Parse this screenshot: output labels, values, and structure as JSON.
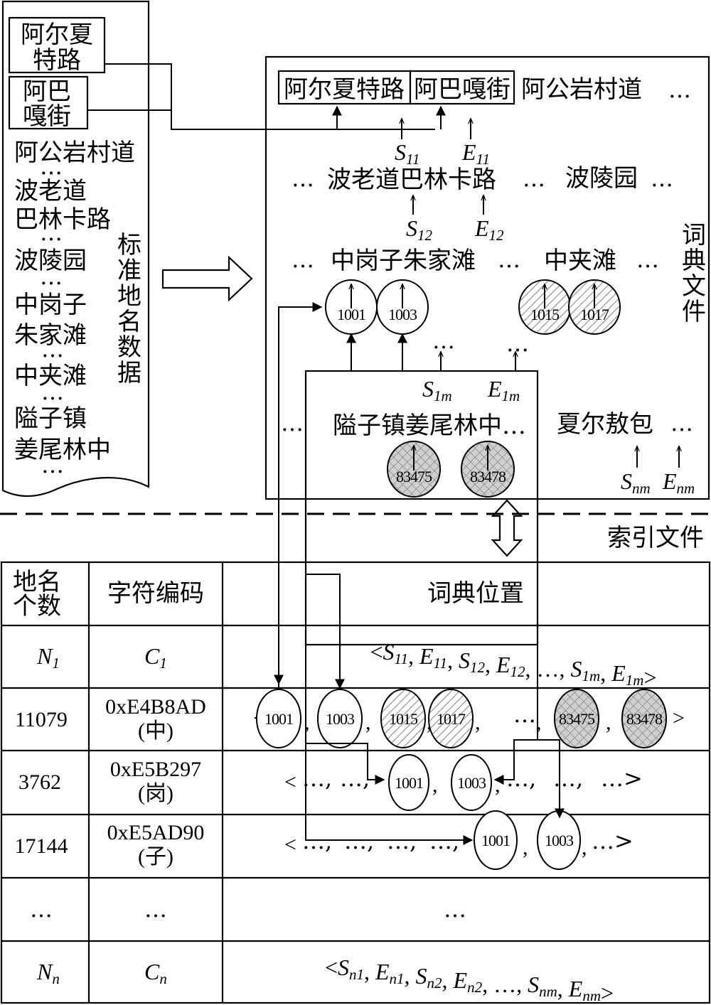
{
  "source_panel": {
    "boxed_items": [
      {
        "line1": "阿尔夏",
        "line2": "特路"
      },
      {
        "line1": "阿巴",
        "line2": "嘎街"
      }
    ],
    "items": [
      "阿公岩村道",
      "…",
      "波老道",
      "巴林卡路",
      "…",
      "波陵园",
      "…",
      "中岗子",
      "朱家滩",
      "…",
      "中夹滩",
      "…",
      "隘子镇",
      "姜尾林中",
      "…"
    ],
    "vertical_label": [
      "标",
      "准",
      "地",
      "名",
      "数",
      "据"
    ]
  },
  "dictionary_file": {
    "vertical_label": [
      "词",
      "典",
      "文",
      "件"
    ],
    "row1": {
      "boxed": [
        "阿尔夏特路",
        "阿巴嘎街"
      ],
      "plain": "阿公岩村道",
      "ellipsis": "…"
    },
    "row1_markers": {
      "s": "S",
      "s_sub": "11",
      "e": "E",
      "e_sub": "11"
    },
    "row2": {
      "lead": "…",
      "text": "波老道巴林卡路",
      "mid": "…",
      "text2": "波陵园",
      "tail": "…"
    },
    "row2_markers": {
      "s": "S",
      "s_sub": "12",
      "e": "E",
      "e_sub": "12"
    },
    "row3": {
      "lead": "…",
      "text": "中岗子朱家滩",
      "mid": "…",
      "text2": "中夹滩",
      "tail": "…"
    },
    "row3_circles": [
      {
        "id": "1001",
        "fill": "plain"
      },
      {
        "id": "1003",
        "fill": "plain"
      },
      {
        "id": "1015",
        "fill": "hatch"
      },
      {
        "id": "1017",
        "fill": "hatch"
      }
    ],
    "row3_dots": [
      "…",
      "…"
    ],
    "row4_markers": {
      "s": "S",
      "s_sub": "1m",
      "e": "E",
      "e_sub": "1m"
    },
    "row4": {
      "lead": "…",
      "text": "隘子镇姜尾林中…",
      "text2": "夏尔敖包",
      "tail": "…"
    },
    "row4_circles": [
      {
        "id": "83475",
        "fill": "cross"
      },
      {
        "id": "83478",
        "fill": "cross"
      }
    ],
    "row4_end_markers": {
      "s": "S",
      "s_sub": "nm",
      "e": "E",
      "e_sub": "nm"
    }
  },
  "index_file": {
    "label": "索引文件",
    "headers": [
      "地名\n个数",
      "字符编码",
      "词典位置"
    ],
    "header_col1_line1": "地名",
    "header_col1_line2": "个数",
    "rows": [
      {
        "count": "N",
        "count_sub": "1",
        "code": "C",
        "code_sub": "1",
        "positions": "<S11, E11, S12, E12, …, S1m, E1m>"
      },
      {
        "count": "11079",
        "code_line1": "0xE4B8AD",
        "code_line2": "(中)",
        "positions": [
          "1001",
          "1003",
          "1015",
          "1017",
          "…",
          "83475",
          "83478"
        ]
      },
      {
        "count": "3762",
        "code_line1": "0xE5B297",
        "code_line2": "(岗)",
        "positions": [
          "…",
          "…",
          "1001",
          "1003",
          "…",
          "…",
          "…"
        ]
      },
      {
        "count": "17144",
        "code_line1": "0xE5AD90",
        "code_line2": "(子)",
        "positions": [
          "…",
          "…",
          "…",
          "…",
          "1001",
          "1003",
          "…"
        ]
      },
      {
        "count": "…",
        "code": "…",
        "positions": "…"
      },
      {
        "count": "N",
        "count_sub": "n",
        "code": "C",
        "code_sub": "n",
        "positions": "<Sn1, En1, Sn2, En2, …, Snm, Enm>"
      }
    ]
  },
  "colors": {
    "line": "#000000",
    "hatch": "#9a9a9a",
    "background": "#ffffff"
  }
}
